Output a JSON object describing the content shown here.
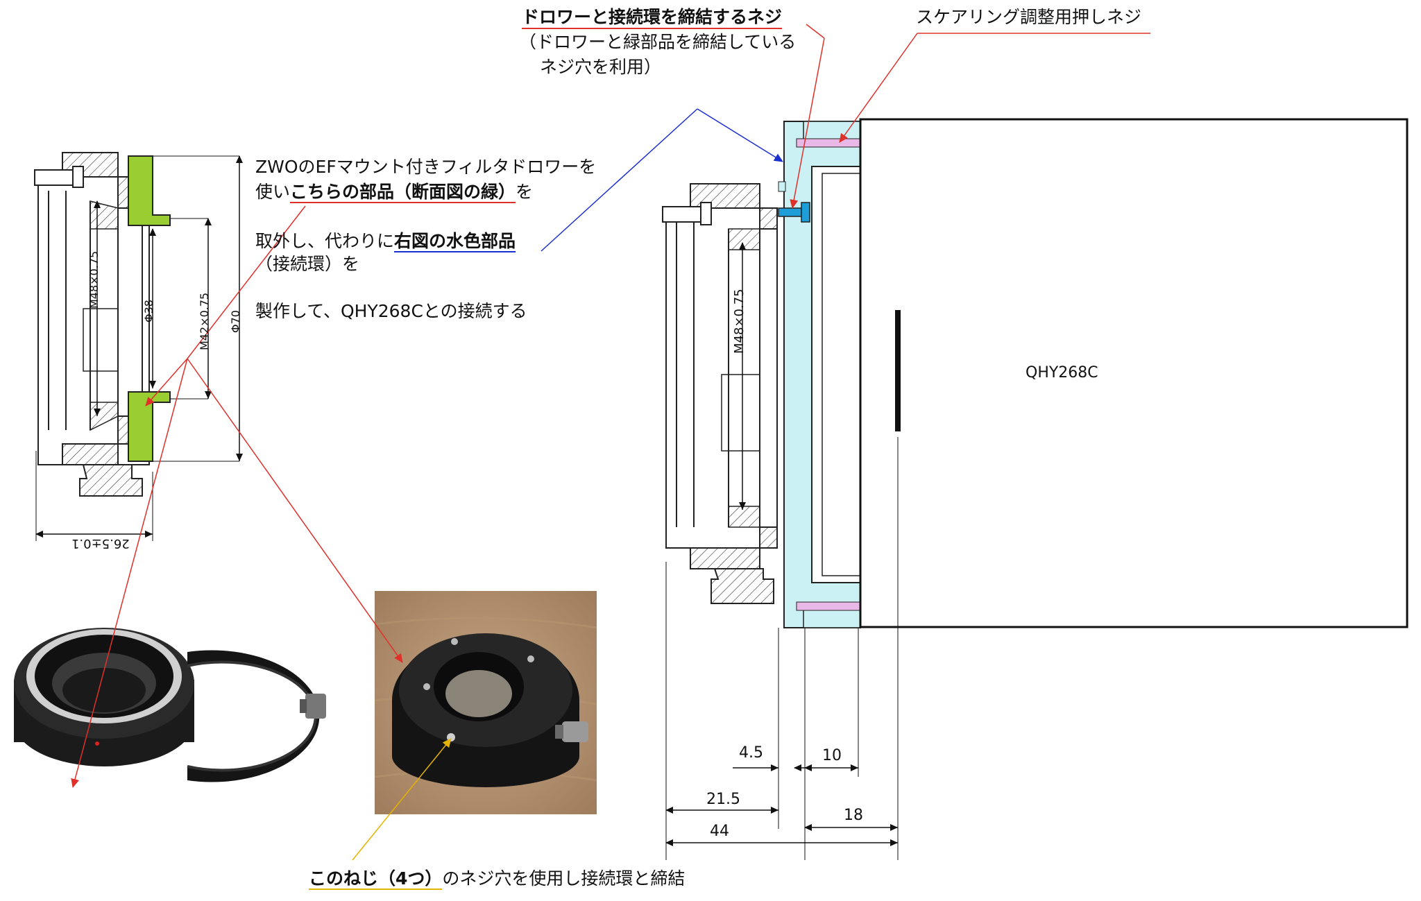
{
  "header": {
    "line1": "ドロワーと接続環を締結するネジ",
    "line2": "（ドロワーと緑部品を締結している",
    "line3": "ネジ穴を利用）",
    "squaring": "スケアリング調整用押しネジ"
  },
  "description": {
    "p1": "ZWOのEFマウント付きフィルタドロワーを",
    "p2_a": "使い",
    "p2_b": "こちらの部品（断面図の緑）",
    "p2_c": "を",
    "p3_a": "取外し、代わりに",
    "p3_b": "右図の水色部品",
    "p4": "（接続環）を",
    "p5": "製作して、QHY268Cとの接続する"
  },
  "left_drawing": {
    "m48": "M48×0.75",
    "d38": "Φ38",
    "m42": "M42×0.75",
    "d70": "Φ70",
    "width": "26.5±0.1"
  },
  "right_drawing": {
    "camera": "QHY268C",
    "m48": "M48×0.75",
    "dims": {
      "d4_5": "4.5",
      "d10": "10",
      "d21_5": "21.5",
      "d18": "18",
      "d44": "44"
    }
  },
  "footer": {
    "screw_a": "このねじ（4つ）",
    "screw_b": "のネジ穴を使用し接続環と締結"
  },
  "colors": {
    "accent_green": "#9acd32",
    "connection_ring": "#ccf1f4",
    "screw": "#1e9ed8",
    "pusher": "#eab8e6",
    "arrow_red": "#e0302a",
    "arrow_blue": "#1a2fd0",
    "arrow_yellow": "#e6b400"
  }
}
